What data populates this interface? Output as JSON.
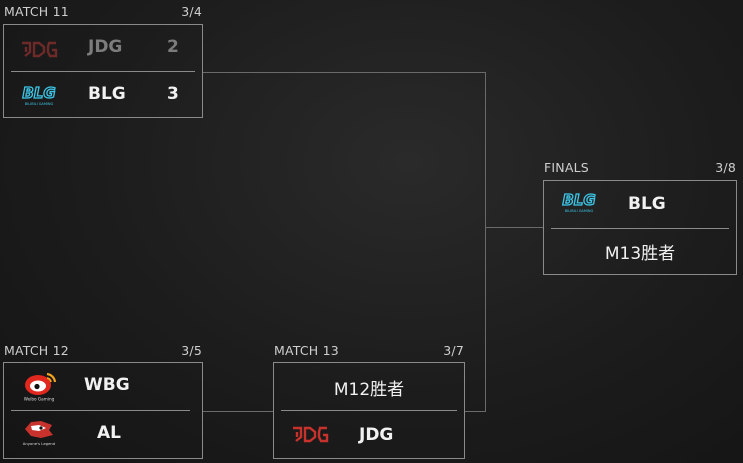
{
  "m11": {
    "label": "MATCH 11",
    "date": "3/4",
    "team1": {
      "name": "JDG",
      "score": "2"
    },
    "team2": {
      "name": "BLG",
      "score": "3"
    }
  },
  "m12": {
    "label": "MATCH 12",
    "date": "3/5",
    "team1": {
      "name": "WBG"
    },
    "team2": {
      "name": "AL"
    }
  },
  "m13": {
    "label": "MATCH 13",
    "date": "3/7",
    "team1": {
      "name": "M12胜者"
    },
    "team2": {
      "name": "JDG"
    }
  },
  "finals": {
    "label": "FINALS",
    "date": "3/8",
    "team1": {
      "name": "BLG"
    },
    "team2": {
      "name": "M13胜者"
    }
  },
  "logos": {
    "jdg_text": "JDG",
    "blg_text": "BLG",
    "blg_sub": "BILIBILI GAMING",
    "wbg_sub": "Weibo Gaming",
    "al_sub": "Anyone's Legend"
  },
  "colors": {
    "jdg_red": "#c8322c",
    "blg_cyan": "#3cc6e8",
    "wbg_red": "#e0281e",
    "border": "#8a8a8a",
    "connector": "#6a6a6a"
  }
}
